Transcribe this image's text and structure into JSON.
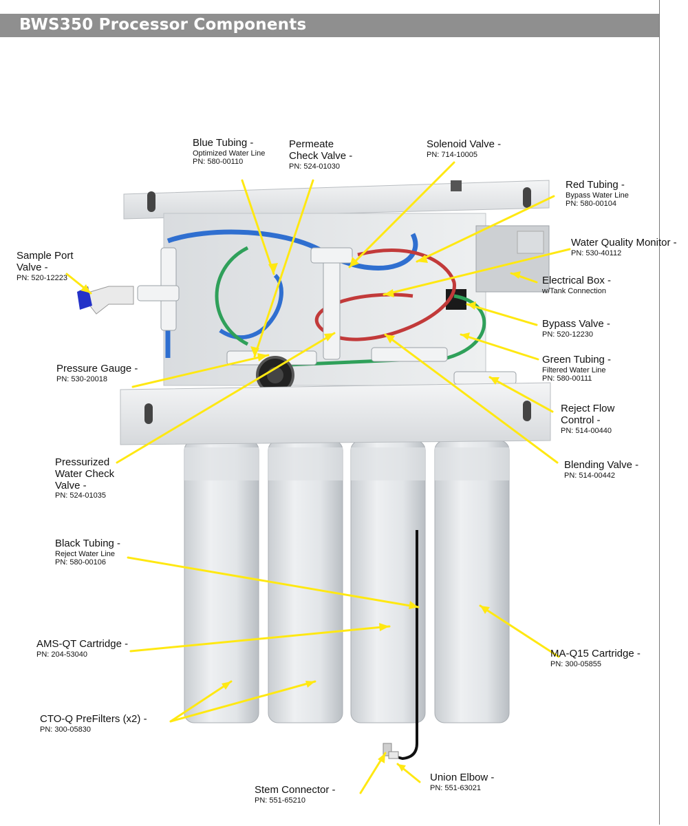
{
  "header": {
    "title": "BWS350 Processor Components"
  },
  "callouts": {
    "blue_tubing": {
      "name": "Blue Tubing -",
      "sub": "Optimized Water Line",
      "pn": "PN: 580-00110"
    },
    "permeate_check": {
      "name1": "Permeate",
      "name2": "Check Valve -",
      "pn": "PN: 524-01030"
    },
    "solenoid": {
      "name": "Solenoid Valve -",
      "pn": "PN: 714-10005"
    },
    "red_tubing": {
      "name": "Red Tubing -",
      "sub": "Bypass Water Line",
      "pn": "PN: 580-00104"
    },
    "wq_monitor": {
      "name": "Water Quality Monitor -",
      "pn": "PN: 530-40112"
    },
    "electrical_box": {
      "name": "Electrical Box -",
      "sub": "w/Tank Connection"
    },
    "bypass_valve": {
      "name": "Bypass Valve -",
      "pn": "PN: 520-12230"
    },
    "green_tubing": {
      "name": "Green Tubing -",
      "sub": "Filtered Water Line",
      "pn": "PN: 580-00111"
    },
    "reject_flow": {
      "name1": "Reject Flow",
      "name2": "Control -",
      "pn": "PN: 514-00440"
    },
    "blending_valve": {
      "name": "Blending Valve -",
      "pn": "PN: 514-00442"
    },
    "sample_port": {
      "name1": "Sample Port",
      "name2": "Valve -",
      "pn": "PN: 520-12223"
    },
    "pressure_gauge": {
      "name": "Pressure Gauge -",
      "pn": "PN: 530-20018"
    },
    "pressurized_check": {
      "name1": "Pressurized",
      "name2": "Water Check",
      "name3": "Valve -",
      "pn": "PN: 524-01035"
    },
    "black_tubing": {
      "name": "Black Tubing -",
      "sub": "Reject Water Line",
      "pn": "PN: 580-00106"
    },
    "ams_qt": {
      "name": "AMS-QT Cartridge -",
      "pn": "PN: 204-53040"
    },
    "ma_q15": {
      "name": "MA-Q15 Cartridge -",
      "pn": "PN: 300-05855"
    },
    "cto_q": {
      "name": "CTO-Q PreFilters (x2) -",
      "pn": "PN: 300-05830"
    },
    "stem_connector": {
      "name": "Stem Connector -",
      "pn": "PN: 551-65210"
    },
    "union_elbow": {
      "name": "Union Elbow -",
      "pn": "PN: 551-63021"
    }
  },
  "colors": {
    "header_bg": "#8f8f8f",
    "leader": "#ffe812",
    "blue_tube": "#2f6fd0",
    "red_tube": "#c23a3a",
    "green_tube": "#2fa05a"
  }
}
